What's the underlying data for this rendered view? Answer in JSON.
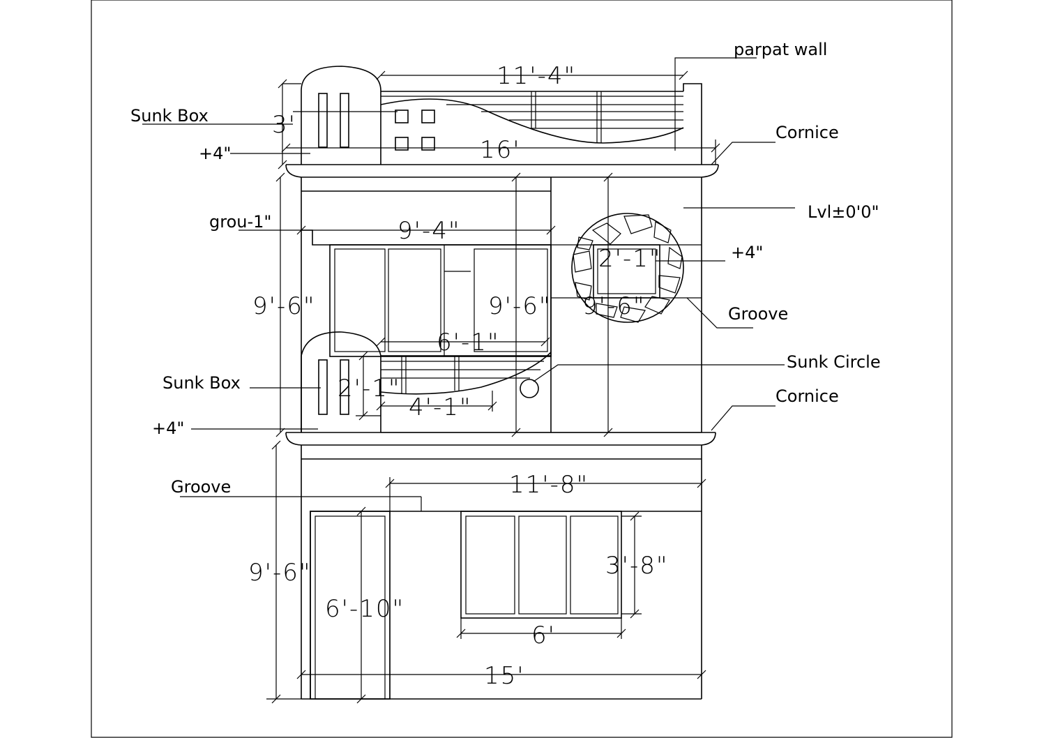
{
  "labels": {
    "parapet_wall": "parpat wall",
    "sunk_box_top": "Sunk Box",
    "cornice_top": "Cornice",
    "level": "Lvl±0'0\"",
    "groove_upper": "grou-1\"",
    "groove_right": "Groove",
    "sunk_circle": "Sunk Circle",
    "sunk_box_mid": "Sunk Box",
    "cornice_mid": "Cornice",
    "groove_ground": "Groove"
  },
  "dimensions": {
    "top_width": "11'-4\"",
    "top_height": "3'",
    "top_plus": "+4\"",
    "top_overall": "16'",
    "first_width": "9'-4\"",
    "first_height_left": "9'-6\"",
    "first_height_mid": "9'-6\"",
    "circle_height": "9'-6\"",
    "box_width": "2'-1\"",
    "plus_right": "+4\"",
    "balcony_width": "6'-1\"",
    "balcony_height": "2'-1\"",
    "balcony_rail": "4'-1\"",
    "mid_plus": "+4\"",
    "ground_width": "11'-8\"",
    "ground_height": "9'-6\"",
    "window_height": "3'-8\"",
    "door_height": "6'-10\"",
    "window_width": "6'",
    "ground_overall": "15'"
  }
}
